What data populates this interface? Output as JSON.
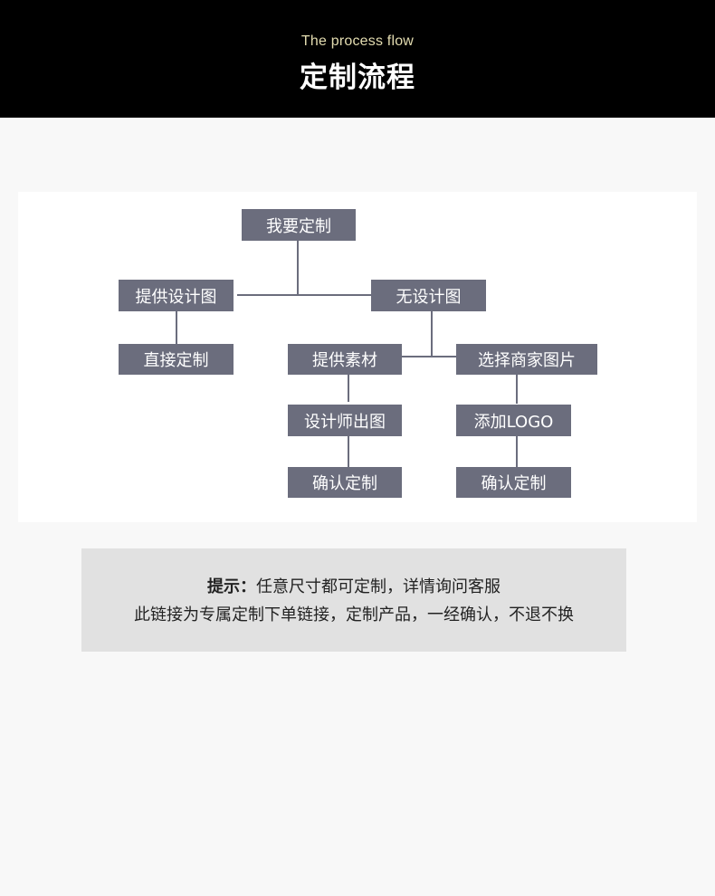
{
  "header": {
    "subtitle": "The process flow",
    "title": "定制流程"
  },
  "flow": {
    "start": "我要定制",
    "has_design": "提供设计图",
    "no_design": "无设计图",
    "direct_custom": "直接定制",
    "provide_material": "提供素材",
    "choose_merchant_image": "选择商家图片",
    "designer_draws": "设计师出图",
    "add_logo": "添加LOGO",
    "confirm_custom_a": "确认定制",
    "confirm_custom_b": "确认定制"
  },
  "tip": {
    "label": "提示：",
    "line1": "任意尺寸都可定制，详情询问客服",
    "line2": "此链接为专属定制下单链接，定制产品，一经确认，不退不换"
  },
  "colors": {
    "node_fill": "#6b6d7d",
    "header_bg": "#000000",
    "subtitle": "#e3dcb0",
    "tip_bg": "#e1e1e1"
  }
}
